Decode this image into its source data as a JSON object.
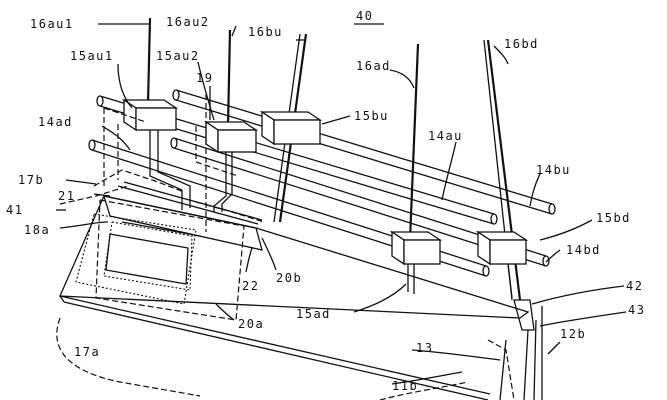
{
  "figure": {
    "number": "40",
    "labels": {
      "l16au1": "16au1",
      "l16au2": "16au2",
      "l16bu": "16bu",
      "l16ad": "16ad",
      "l16bd": "16bd",
      "l15au1": "15au1",
      "l15au2": "15au2",
      "l19": "19",
      "l15bu": "15bu",
      "l14ad": "14ad",
      "l14au": "14au",
      "l17b": "17b",
      "l21": "21",
      "l41": "41",
      "l18a": "18a",
      "l14bu": "14bu",
      "l15bd": "15bd",
      "l14bd": "14bd",
      "l22": "22",
      "l20b": "20b",
      "l20a": "20a",
      "l15ad": "15ad",
      "l42": "42",
      "l43": "43",
      "l17a": "17a",
      "l13": "13",
      "l12b": "12b",
      "l11b": "11b"
    }
  }
}
